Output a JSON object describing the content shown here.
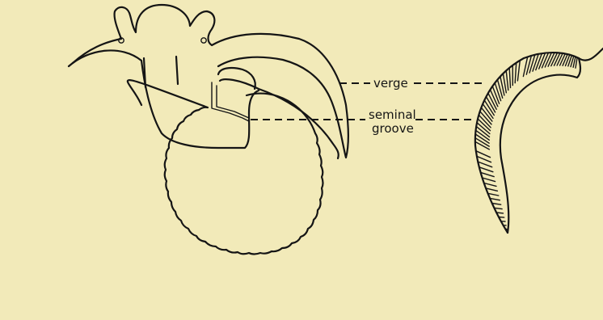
{
  "labels": {
    "verge": "verge",
    "seminal_line1": "seminal",
    "seminal_line2": "groove"
  },
  "colors": {
    "background": "#f2eab9",
    "ink": "#151515"
  }
}
